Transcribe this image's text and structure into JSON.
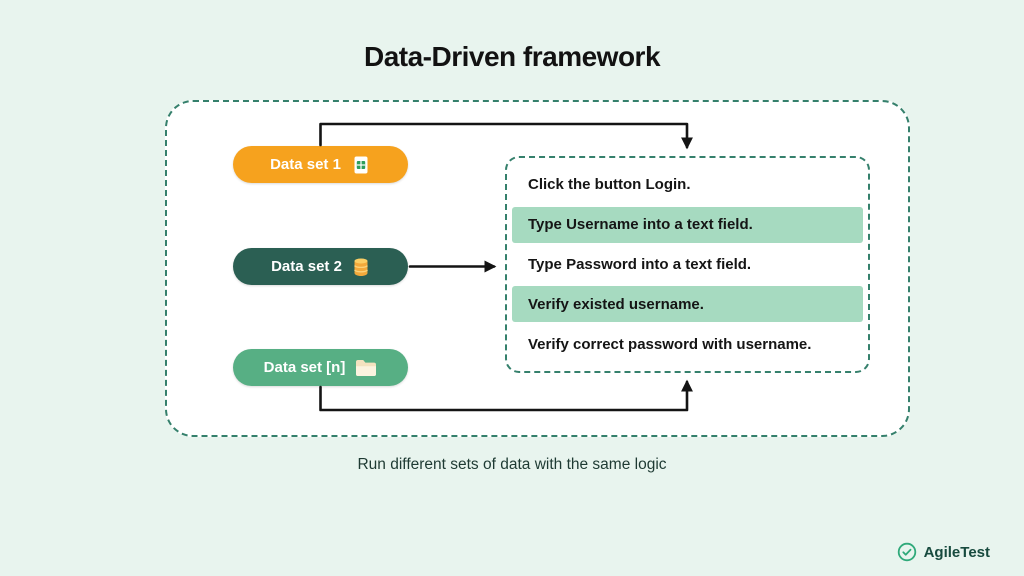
{
  "title": "Data-Driven framework",
  "caption": "Run different sets of data with the same logic",
  "datasets": [
    {
      "label": "Data set 1",
      "color": "#F6A21E",
      "icon": "spreadsheet-icon"
    },
    {
      "label": "Data set 2",
      "color": "#2B5F53",
      "icon": "database-icon"
    },
    {
      "label": "Data set [n]",
      "color": "#57AF84",
      "icon": "folder-icon"
    }
  ],
  "steps": [
    {
      "text": "Click the button Login.",
      "highlighted": false
    },
    {
      "text": "Type Username into a text field.",
      "highlighted": true
    },
    {
      "text": "Type Password into a text field.",
      "highlighted": false
    },
    {
      "text": "Verify existed username.",
      "highlighted": true
    },
    {
      "text": "Verify correct password with username.",
      "highlighted": false
    }
  ],
  "brand": {
    "name": "AgileTest",
    "icon": "check-circle-icon",
    "color": "#2FA97A"
  },
  "colors": {
    "background": "#E8F4EE",
    "panel": "#FFFFFF",
    "dashed_border": "#35806C",
    "highlight_row": "#A6DAC0",
    "arrow": "#141414"
  }
}
